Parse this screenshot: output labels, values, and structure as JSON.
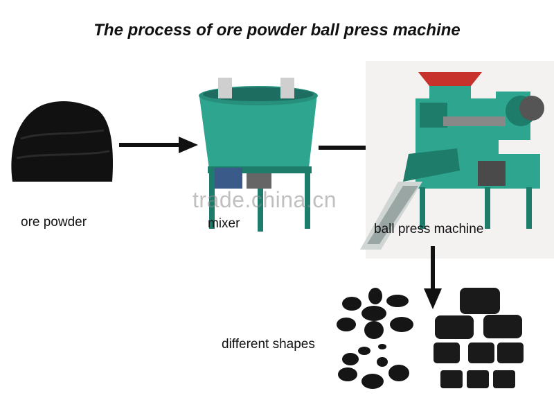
{
  "title": "The process of ore powder ball press machine",
  "labels": {
    "ore_powder": "ore powder",
    "mixer": "mixer",
    "ball_press_machine": "ball press machine",
    "different_shapes": "different shapes"
  },
  "watermark": "trade.china.cn",
  "colors": {
    "machine_green": "#2ea58f",
    "machine_dark_green": "#1e7d6a",
    "powder": "#111111",
    "arrow": "#111111",
    "briquette": "#151515"
  }
}
